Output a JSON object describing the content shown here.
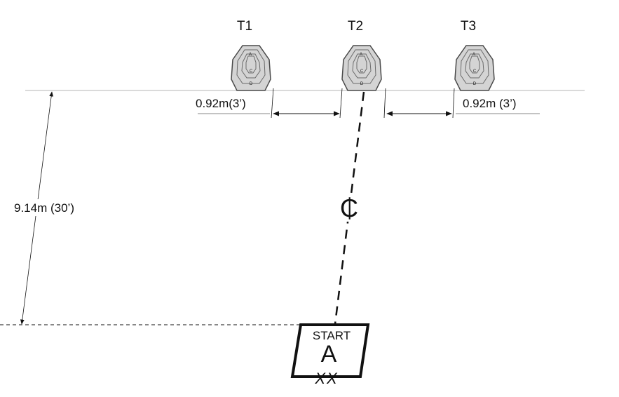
{
  "targets": [
    {
      "label": "T1",
      "zones": [
        "A",
        "C",
        "D"
      ]
    },
    {
      "label": "T2",
      "zones": [
        "A",
        "C",
        "D"
      ]
    },
    {
      "label": "T3",
      "zones": [
        "A",
        "C",
        "D"
      ]
    }
  ],
  "dimensions": {
    "spacing_left": "0.92m(3’)",
    "spacing_right": "0.92m (3’)",
    "distance": "9.14m (30’)"
  },
  "centerline_symbol": "₵",
  "start_box": {
    "title": "START",
    "letter": "A",
    "marks": "XX"
  },
  "colors": {
    "target_fill": "#d4d4d4",
    "target_stroke": "#4a4a4a",
    "line": "#111111",
    "baseline": "#b5b5b5"
  }
}
